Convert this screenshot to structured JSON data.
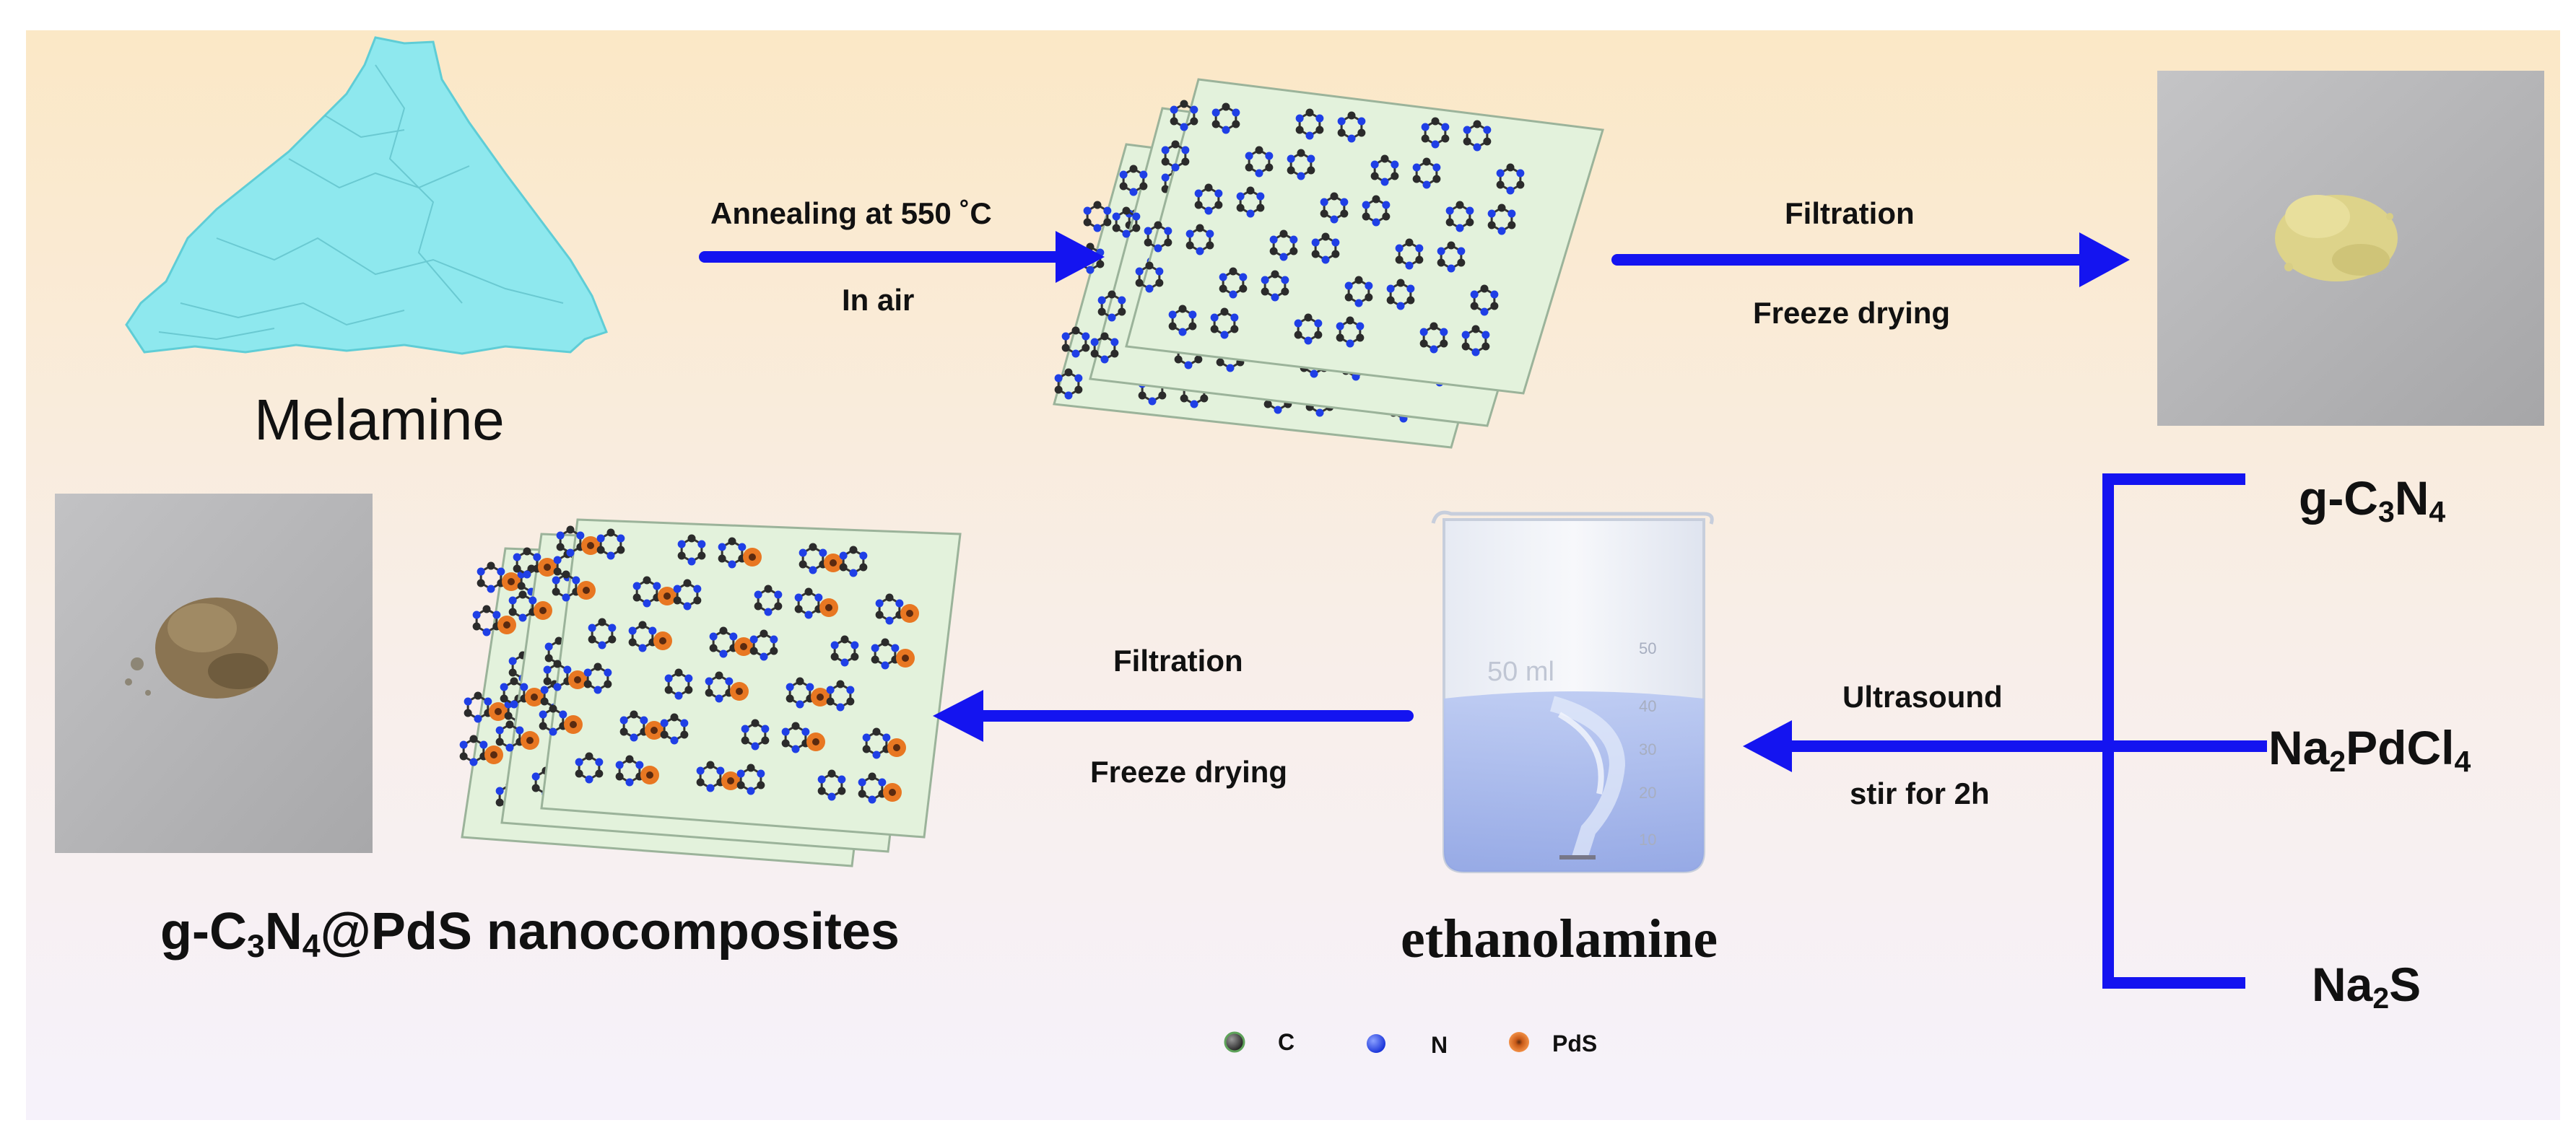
{
  "labels": {
    "melamine": "Melamine",
    "step1_line1": "Annealing at 550 ˚C",
    "step1_line2": "In air",
    "step2_line1": "Filtration",
    "step2_line2": "Freeze drying",
    "step3_line1": "Ultrasound",
    "step3_line2": "stir for 2h",
    "step4_line1": "Filtration",
    "step4_line2": "Freeze drying",
    "ethanolamine": "ethanolamine",
    "beaker_volume": "50 ml"
  },
  "reagents": {
    "gcn": {
      "prefix": "g-C",
      "sub1": "3",
      "mid": "N",
      "sub2": "4"
    },
    "na2pdcl4": {
      "p1": "Na",
      "s1": "2",
      "p2": "PdCl",
      "s2": "4"
    },
    "na2s": {
      "p1": "Na",
      "s1": "2",
      "p2": "S"
    }
  },
  "product": {
    "p1": "g-C",
    "s1": "3",
    "p2": "N",
    "s2": "4",
    "p3": "@PdS nanocomposites"
  },
  "beaker_scale": [
    "50",
    "40",
    "30",
    "20",
    "10"
  ],
  "legend": [
    {
      "label": "C",
      "color": "#2b2b2b"
    },
    {
      "label": "N",
      "color": "#1f3fe6"
    },
    {
      "label": "PdS",
      "color": "#e87722"
    }
  ],
  "colors": {
    "arrow": "#1414f0",
    "sheet_fill": "#e3f2dc",
    "carbon": "#2b2b2b",
    "nitrogen": "#1f3fe6",
    "pds": "#e87722",
    "melamine": "#8ee8ee",
    "gcn_powder": "#ddd38a",
    "composite_powder": "#8a7452"
  }
}
